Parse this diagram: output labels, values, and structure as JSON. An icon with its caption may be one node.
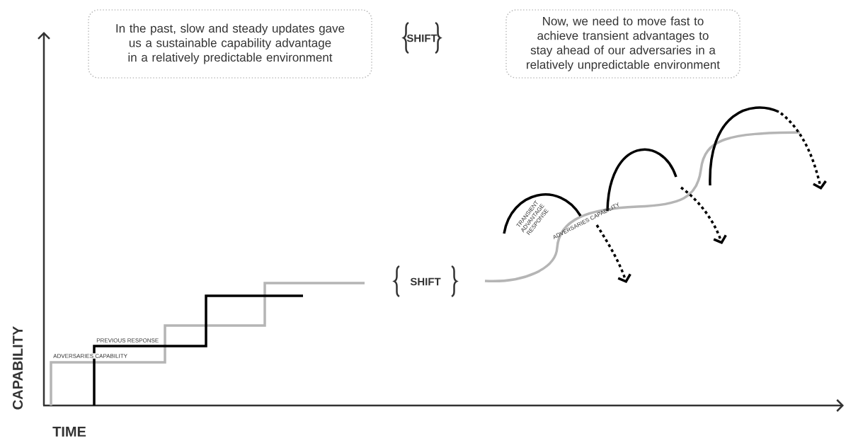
{
  "diagram": {
    "nodes": [
      {
        "text": [
          "In the past, slow and steady updates gave us a sustainable capability advantage in a relatively predictable environment"
        ]
      },
      {
        "text": [
          "Now, we need to move fast to achieve transient advantages to stay ahead of our adversaries in a relatively unpredictable environment"
        ]
      }
    ],
    "labels": [
      "SHIFT",
      "TRANSIENT ADVANTAGE RESPONSE",
      "ADVERSARIES CAPABILITY",
      "SHIFT",
      "PREVIOUS RESPONSE",
      "ADVERSARIES CAPABILITY",
      "CAPABILITY",
      "TIME"
    ]
  }
}
